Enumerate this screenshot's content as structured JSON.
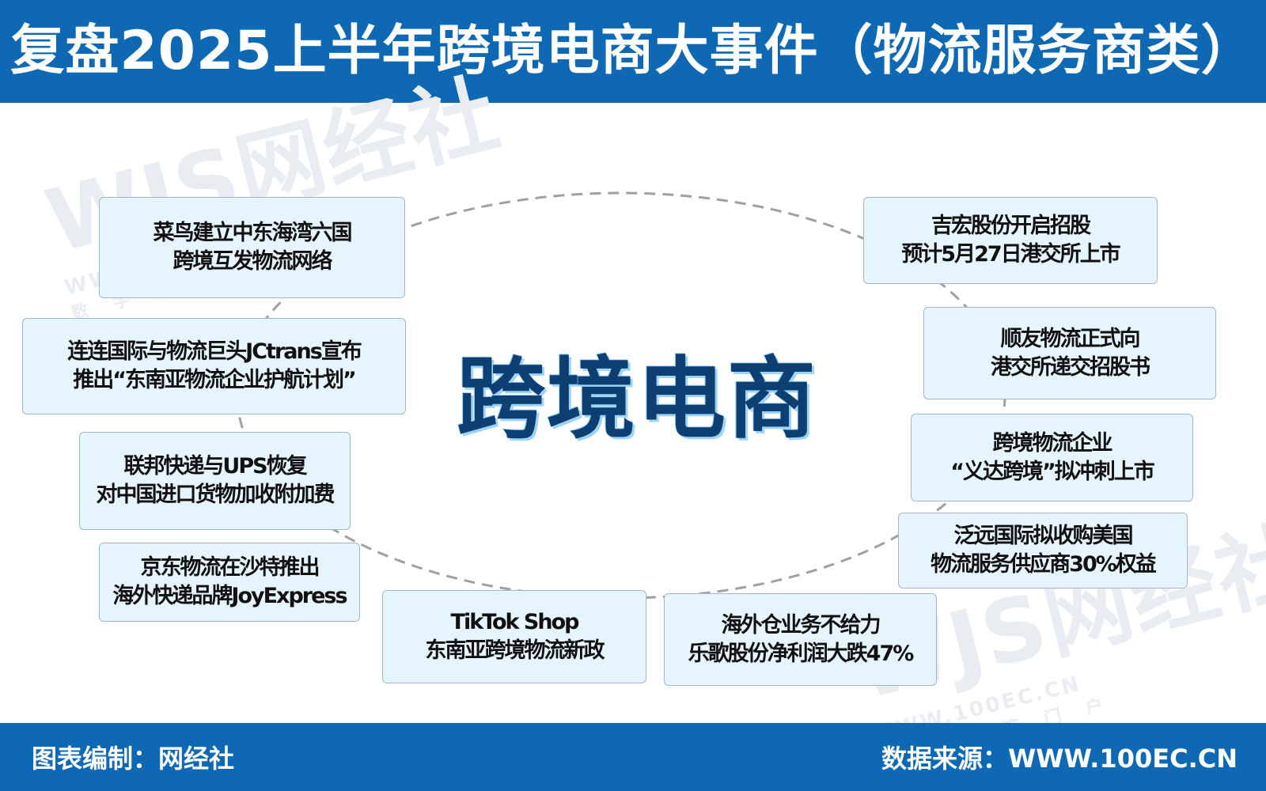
{
  "header": {
    "title": "复盘2025上半年跨境电商大事件（物流服务商类）"
  },
  "center": {
    "title": "跨境电商"
  },
  "events": [
    {
      "id": "cainiao",
      "line1": "菜鸟建立中东海湾六国",
      "line2": "跨境互发物流网络"
    },
    {
      "id": "lianlian",
      "line1": "连连国际与物流巨头JCtrans宣布",
      "line2": "推出“东南亚物流企业护航计划”"
    },
    {
      "id": "fedex",
      "line1": "联邦快递与UPS恢复",
      "line2": "对中国进口货物加收附加费"
    },
    {
      "id": "jd",
      "line1": "京东物流在沙特推出",
      "line2": "海外快递品牌JoyExpress"
    },
    {
      "id": "tiktok",
      "line1": "TikTok Shop",
      "line2": "东南亚跨境物流新政"
    },
    {
      "id": "lege",
      "line1": "海外仓业务不给力",
      "line2": "乐歌股份净利润大跌47%"
    },
    {
      "id": "jihong",
      "line1": "吉宏股份开启招股",
      "line2": "预计5月27日港交所上市"
    },
    {
      "id": "shunyou",
      "line1": "顺友物流正式向",
      "line2": "港交所递交招股书"
    },
    {
      "id": "yida",
      "line1": "跨境物流企业",
      "line2": "“义达跨境”拟冲刺上市"
    },
    {
      "id": "fanyuan",
      "line1": "泛远国际拟收购美国",
      "line2": "物流服务供应商30%权益"
    }
  ],
  "watermarks": {
    "logo": "WJS网经社",
    "url": "WWW.100EC.CN",
    "tagline": "数字经济门户"
  },
  "footer": {
    "left": "图表编制：网经社",
    "right": "数据来源：WWW.100EC.CN"
  },
  "colors": {
    "banner": "#0f68b4",
    "box_fill": "#e6f4fd",
    "box_border": "#9fb9cc",
    "center_text": "#0d3f73",
    "ring": "#a0a0a0"
  }
}
